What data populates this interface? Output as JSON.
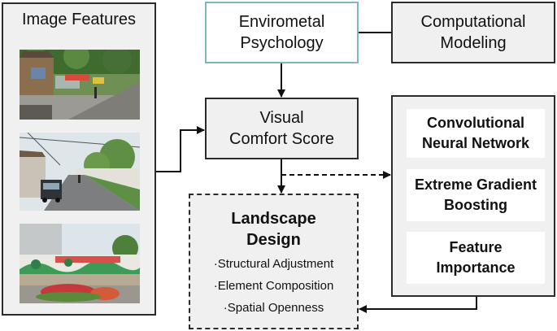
{
  "image_features": {
    "title": "Image Features"
  },
  "env_psych": {
    "line1": "Envirometal",
    "line2": "Psychology"
  },
  "comp_model": {
    "line1": "Computational",
    "line2": "Modeling"
  },
  "visual_comfort": {
    "line1": "Visual",
    "line2": "Comfort Score"
  },
  "landscape": {
    "title_line1": "Landscape",
    "title_line2": "Design",
    "items": [
      "·Structural Adjustment",
      "·Element Composition",
      "·Spatial Openness"
    ]
  },
  "methods": [
    {
      "line1": "Convolutional",
      "line2": "Neural Network"
    },
    {
      "line1": "Extreme Gradient",
      "line2": "Boosting"
    },
    {
      "line1": "Feature",
      "line2": "Importance"
    }
  ],
  "colors": {
    "box_fill": "#f0f0f0",
    "border": "#2b2b2b",
    "accent_border": "#7eb7c0"
  }
}
